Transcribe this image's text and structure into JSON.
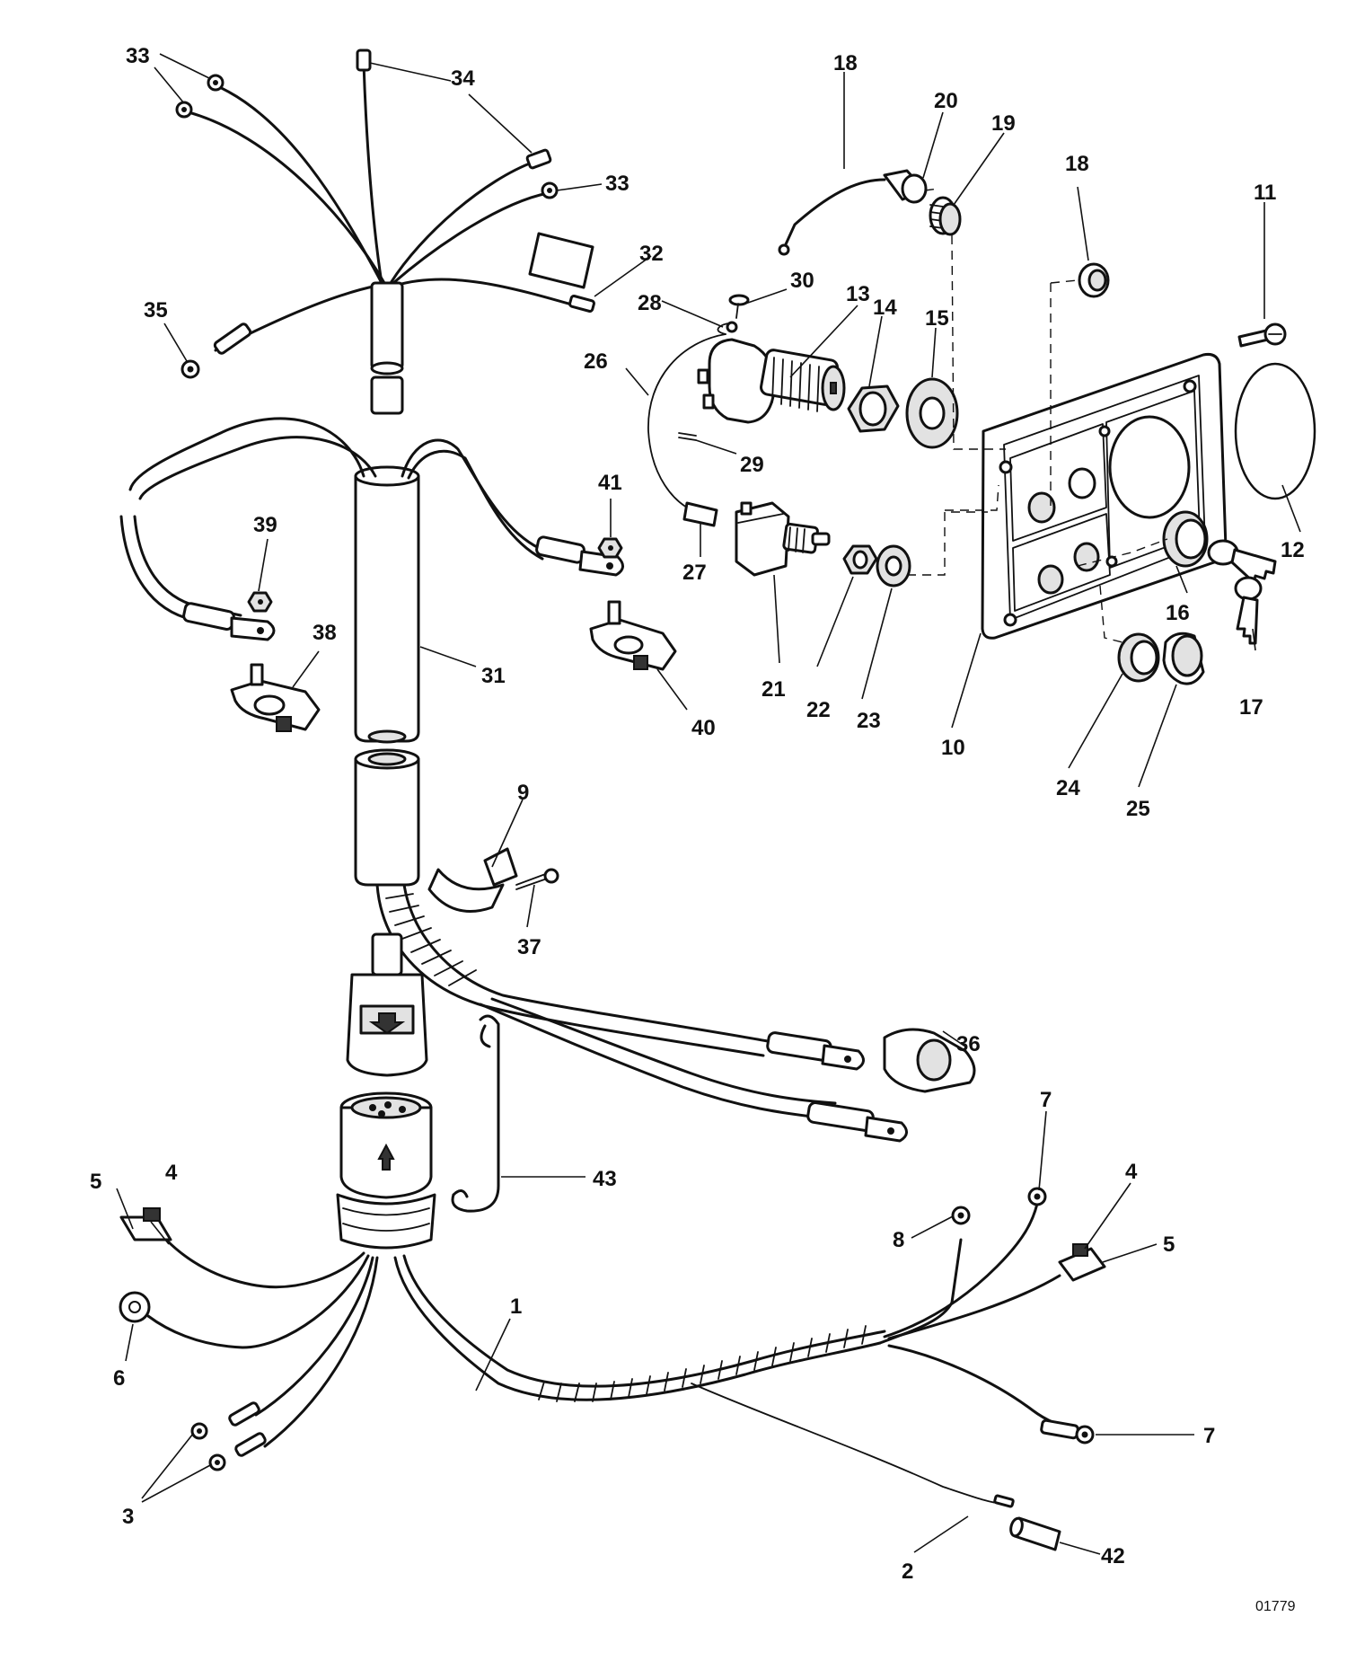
{
  "callouts": [
    "1",
    "2",
    "3",
    "4",
    "5",
    "6",
    "7",
    "8",
    "9",
    "10",
    "11",
    "12",
    "13",
    "14",
    "15",
    "16",
    "17",
    "18",
    "19",
    "20",
    "21",
    "22",
    "23",
    "24",
    "25",
    "26",
    "27",
    "28",
    "29",
    "30",
    "31",
    "32",
    "33",
    "34",
    "35",
    "36",
    "37",
    "38",
    "39",
    "40",
    "41",
    "42",
    "43"
  ],
  "figure_id": "01779"
}
